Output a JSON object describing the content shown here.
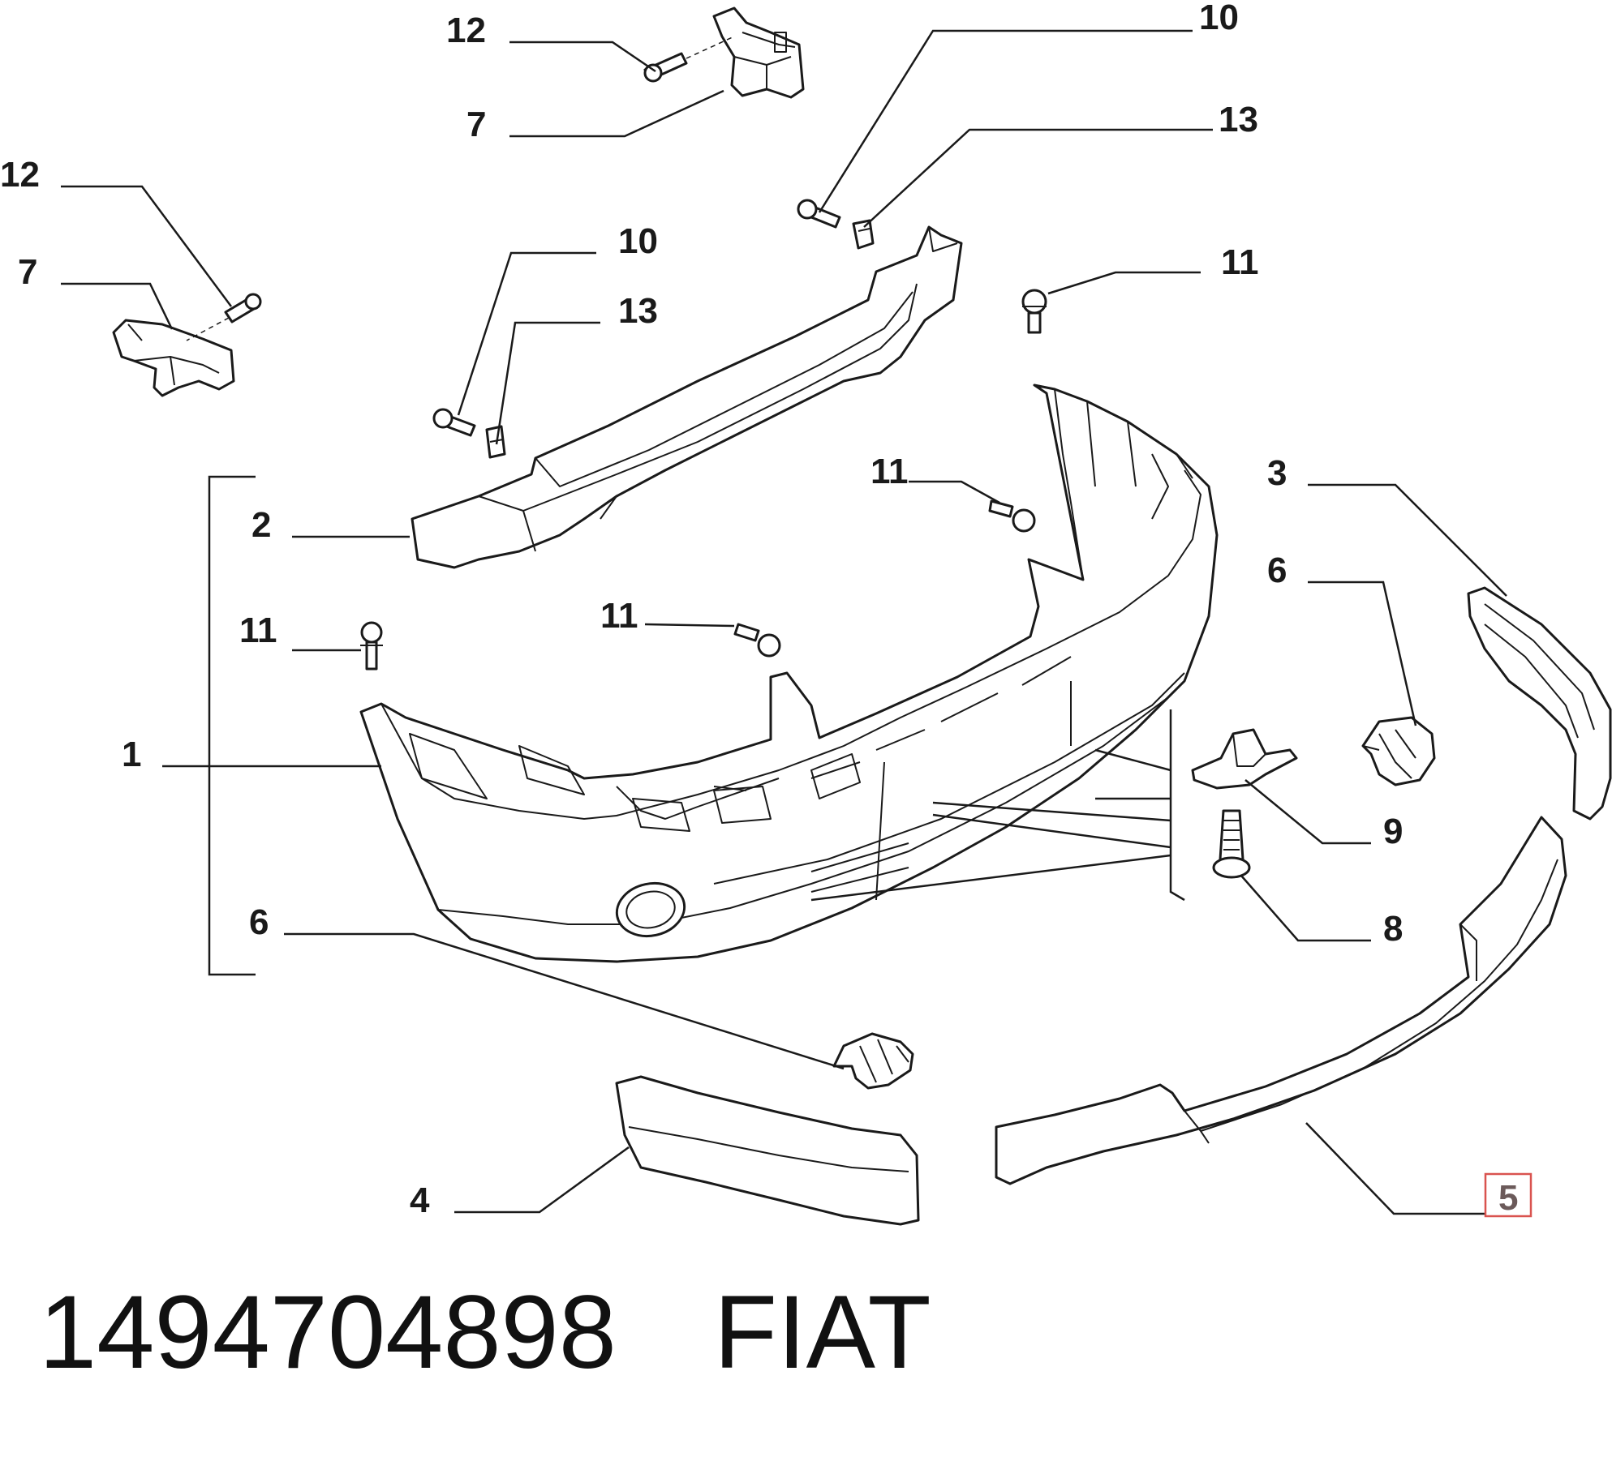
{
  "diagram": {
    "callouts": [
      {
        "id": "c12a",
        "text": "12"
      },
      {
        "id": "c7a",
        "text": "7"
      },
      {
        "id": "c10a",
        "text": "10"
      },
      {
        "id": "c13a",
        "text": "13"
      },
      {
        "id": "c12b",
        "text": "12"
      },
      {
        "id": "c7b",
        "text": "7"
      },
      {
        "id": "c10b",
        "text": "10"
      },
      {
        "id": "c13b",
        "text": "13"
      },
      {
        "id": "c11a",
        "text": "11"
      },
      {
        "id": "c11b",
        "text": "11"
      },
      {
        "id": "c3",
        "text": "3"
      },
      {
        "id": "c2",
        "text": "2"
      },
      {
        "id": "c6a",
        "text": "6"
      },
      {
        "id": "c11c",
        "text": "11"
      },
      {
        "id": "c11d",
        "text": "11"
      },
      {
        "id": "c1",
        "text": "1"
      },
      {
        "id": "c9",
        "text": "9"
      },
      {
        "id": "c8",
        "text": "8"
      },
      {
        "id": "c6b",
        "text": "6"
      },
      {
        "id": "c4",
        "text": "4"
      },
      {
        "id": "c5",
        "text": "5"
      }
    ],
    "highlight_color": "#d9534f"
  },
  "footer": {
    "part_number": "1494704898",
    "brand": "FIAT"
  }
}
